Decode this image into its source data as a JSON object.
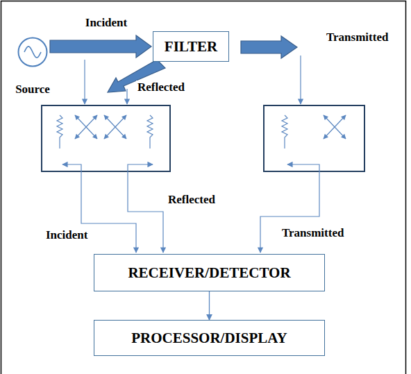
{
  "diagram": {
    "nodes": [
      {
        "text": [
          "Source"
        ]
      },
      {
        "text": [
          "FILTER"
        ]
      },
      {
        "text": [
          "RECEIVER/DETECTOR"
        ]
      },
      {
        "text": [
          "PROCESSOR/DISPLAY"
        ]
      }
    ],
    "edges": [
      {
        "from": 0,
        "to": 1,
        "label": "Incident",
        "arrow": "to"
      },
      {
        "from": 2,
        "to": 3,
        "arrow": "to"
      }
    ],
    "labels": [
      "Reflected",
      "Transmitted",
      "Incident",
      "Reflected",
      "Transmitted"
    ]
  }
}
